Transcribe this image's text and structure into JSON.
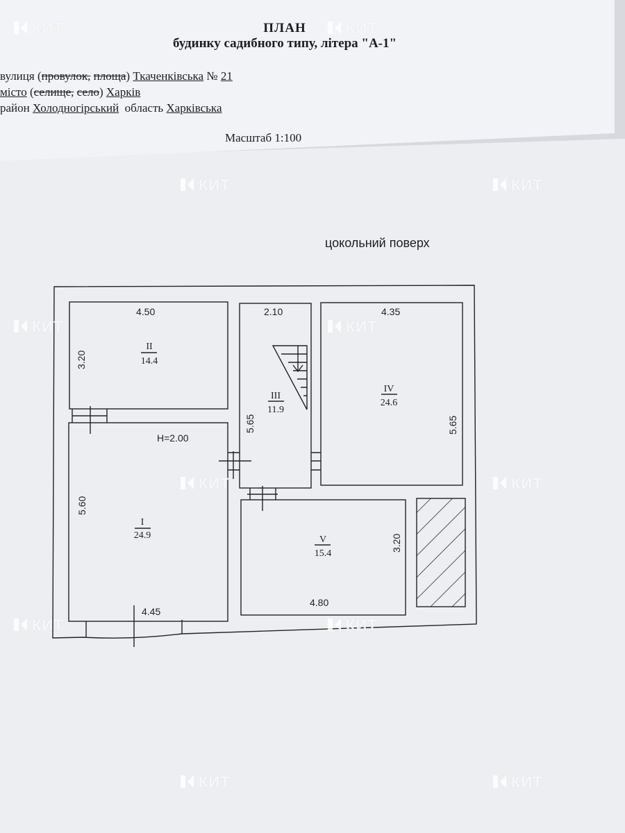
{
  "header": {
    "title": "ПЛАН",
    "subtitle": "будинку садибного типу, літера \"А-1\"",
    "street_line": {
      "label": "вулиця",
      "struck_prefix": "провулок,",
      "struck_suffix": "площа",
      "street": "Ткаченківська",
      "number_label": "№",
      "number": "21"
    },
    "city_line": {
      "label": "місто",
      "struck_a": "селище,",
      "struck_b": "село",
      "city": "Харків"
    },
    "district_line": {
      "label": "район",
      "district": "Холодногірський",
      "region_label": "область",
      "region": "Харківська"
    },
    "scale": "Масштаб 1:100"
  },
  "floor_label": "цокольний поверх",
  "rooms": [
    {
      "id": "I",
      "area": "24.9"
    },
    {
      "id": "II",
      "area": "14.4"
    },
    {
      "id": "III",
      "area": "11.9"
    },
    {
      "id": "IV",
      "area": "24.6"
    },
    {
      "id": "V",
      "area": "15.4"
    }
  ],
  "dimensions": {
    "room2_width": "4.50",
    "room2_height": "3.20",
    "room3_width": "2.10",
    "room3_height": "5.65",
    "room4_width": "4.35",
    "room4_height": "5.65",
    "room1_height": "5.60",
    "room1_width": "4.45",
    "ceiling_height": "H=2.00",
    "room5_width": "4.80",
    "room5_height": "3.20"
  },
  "watermark": {
    "text": "КИТ",
    "color": "#ffffff"
  }
}
